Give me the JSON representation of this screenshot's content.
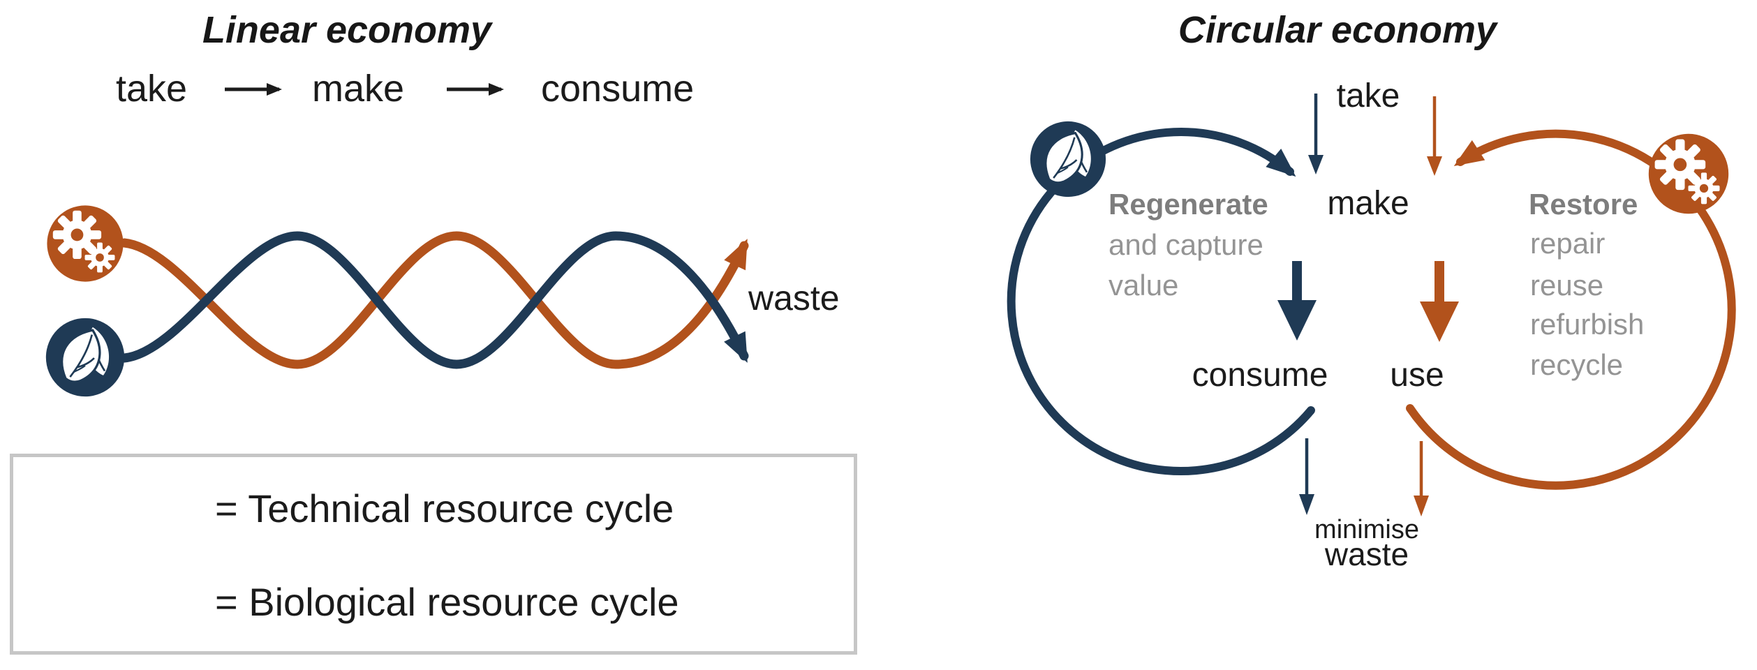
{
  "colors": {
    "technical_orange": "#b2521c",
    "biological_navy": "#1f3a55",
    "text_black": "#1b1b1b",
    "gray_heading": "#7d7d7d",
    "gray_text": "#949494",
    "legend_border": "#c6c6c6"
  },
  "linear": {
    "title": "Linear economy",
    "steps": [
      "take",
      "make",
      "consume"
    ],
    "waste_label": "waste"
  },
  "legend": {
    "items": [
      {
        "icon": "gear-icon",
        "label": "= Technical resource cycle"
      },
      {
        "icon": "leaf-icon",
        "label": "= Biological resource cycle"
      }
    ]
  },
  "circular": {
    "title": "Circular economy",
    "nodes": {
      "take": "take",
      "make": "make",
      "consume": "consume",
      "use": "use",
      "minimise": "minimise",
      "waste": "waste"
    },
    "biological_loop": {
      "heading": "Regenerate",
      "lines": [
        "and capture",
        "value"
      ]
    },
    "technical_loop": {
      "heading": "Restore",
      "lines": [
        "repair",
        "reuse",
        "refurbish",
        "recycle"
      ]
    }
  }
}
